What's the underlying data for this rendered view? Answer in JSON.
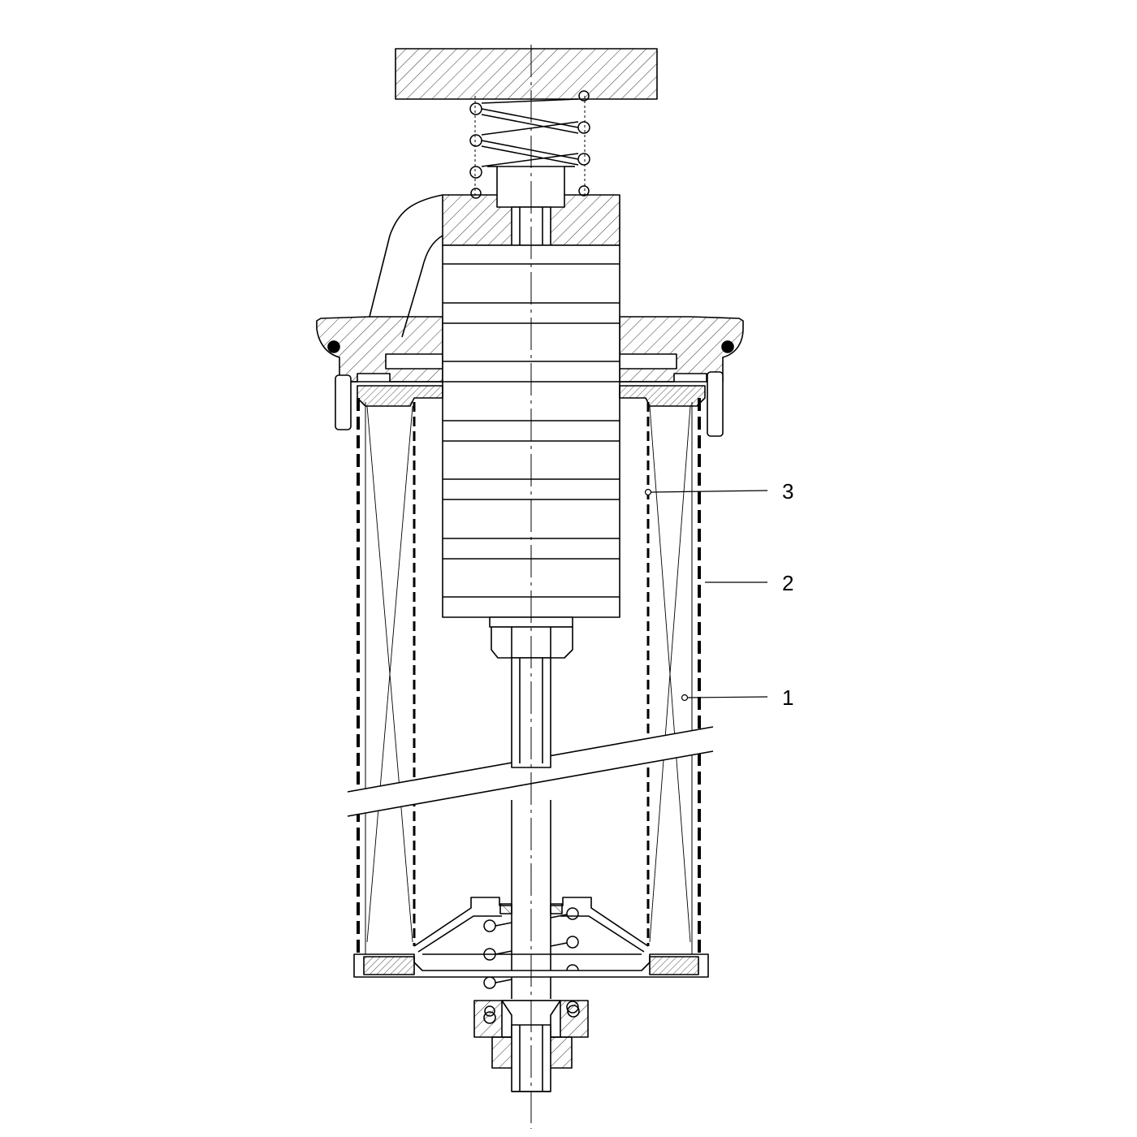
{
  "drawing": {
    "line_color": "#000000",
    "background": "#ffffff",
    "callouts": [
      {
        "id": "1",
        "label": "1"
      },
      {
        "id": "2",
        "label": "2"
      },
      {
        "id": "3",
        "label": "3"
      }
    ]
  }
}
